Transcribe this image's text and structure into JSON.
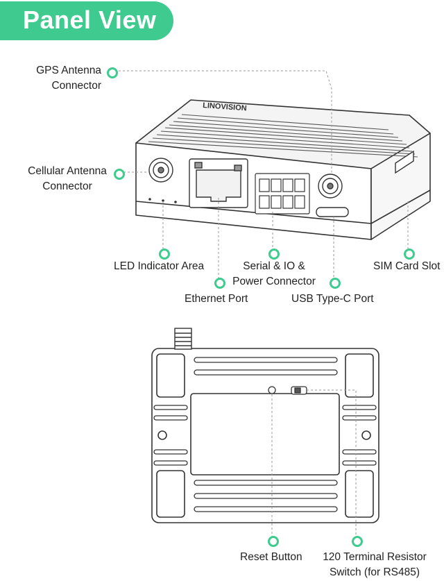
{
  "header": {
    "title": "Panel View"
  },
  "brand": {
    "logo_text": "LINOVISION"
  },
  "accent_color": "#3fcb8f",
  "labels": {
    "gps": [
      "GPS Antenna",
      "Connector"
    ],
    "cellular": [
      "Cellular Antenna",
      "Connector"
    ],
    "led": "LED Indicator Area",
    "serial": [
      "Serial & IO &",
      "Power Connector"
    ],
    "sim": "SIM Card Slot",
    "ethernet": "Ethernet Port",
    "usb": "USB Type-C Port",
    "reset": "Reset Button",
    "terminal": [
      "120 Terminal Resistor",
      "Switch (for RS485)"
    ]
  }
}
